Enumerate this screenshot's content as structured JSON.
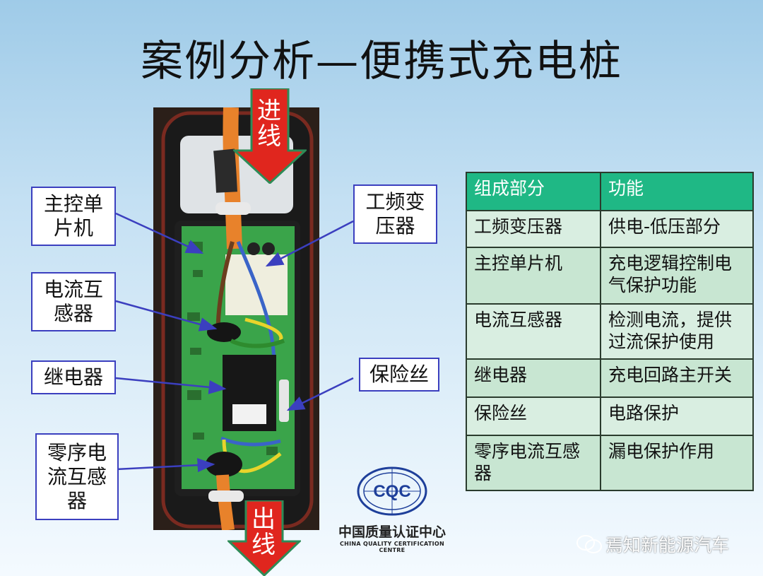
{
  "title": "案例分析—便携式充电桩",
  "arrows": {
    "in": "进线",
    "out": "出线"
  },
  "callouts": {
    "mcu": "主控单片机",
    "ct": "电流互感器",
    "relay": "继电器",
    "zct": "零序电流互感器",
    "transformer": "工频变压器",
    "fuse": "保险丝"
  },
  "table": {
    "headers": [
      "组成部分",
      "功能"
    ],
    "rows": [
      [
        "工频变压器",
        "供电-低压部分"
      ],
      [
        "主控单片机",
        "充电逻辑控制电气保护功能"
      ],
      [
        "电流互感器",
        "检测电流，提供过流保护使用"
      ],
      [
        "继电器",
        "充电回路主开关"
      ],
      [
        "保险丝",
        "电路保护"
      ],
      [
        "零序电流互感器",
        "漏电保护作用"
      ]
    ]
  },
  "logo": {
    "mark": "CQC",
    "cn": "中国质量认证中心",
    "en": "CHINA QUALITY CERTIFICATION CENTRE"
  },
  "watermark": "焉知新能源汽车"
}
